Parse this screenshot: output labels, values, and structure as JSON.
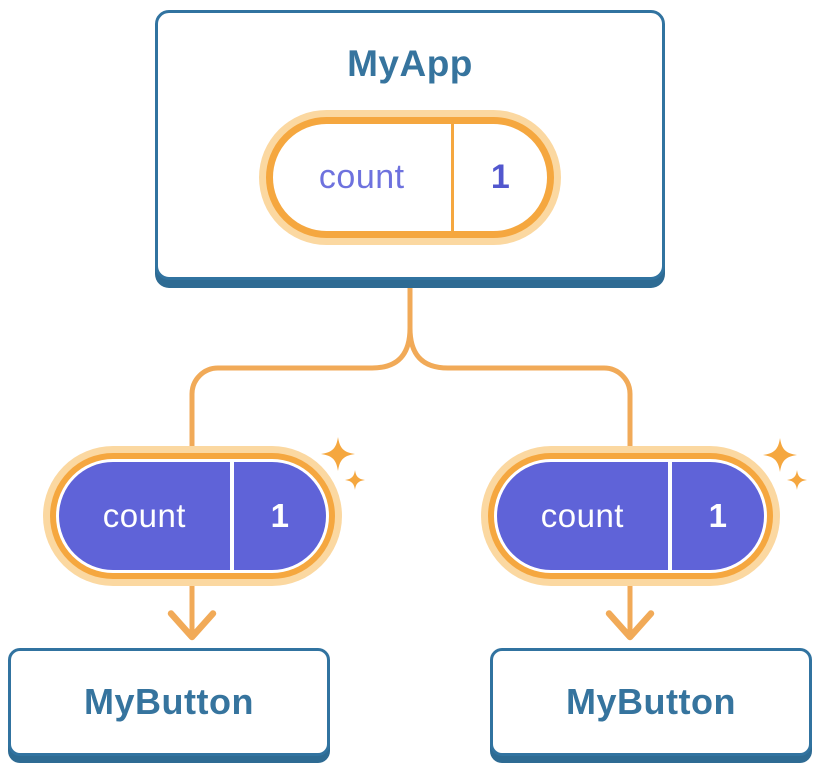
{
  "colors": {
    "card_border": "#3173A0",
    "card_shadow": "#2E6B93",
    "card_text": "#36749E",
    "line_orange": "#F1AA58",
    "pill_border": "#F5A73F",
    "pill_ring": "#FBD8A1",
    "pill_purple": "#5F63D8",
    "state_name_purple": "#6E72DE",
    "state_value_purple": "#5257CE",
    "bg": "#FFFFFF"
  },
  "tree": {
    "root": {
      "title": "MyApp",
      "state": {
        "name": "count",
        "value": "1"
      }
    },
    "children": [
      {
        "title": "MyButton",
        "state": {
          "name": "count",
          "value": "1"
        }
      },
      {
        "title": "MyButton",
        "state": {
          "name": "count",
          "value": "1"
        }
      }
    ]
  },
  "decorations": {
    "sparkle_icon": "four-point-sparkle",
    "arrow_icon": "arrow-down",
    "connector": "forked-tree-line"
  }
}
